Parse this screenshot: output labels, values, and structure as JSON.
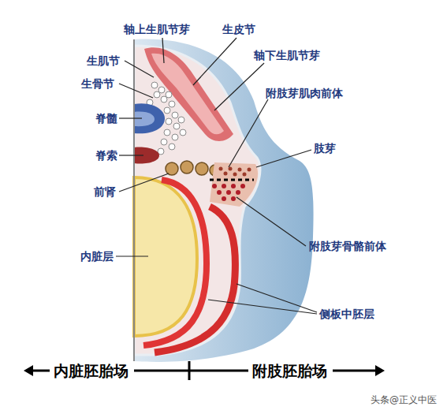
{
  "diagram": {
    "labels": [
      "轴上生肌节芽",
      "生皮节",
      "轴下生肌节芽",
      "生肌节",
      "生骨节",
      "脊髓",
      "附肢芽肌肉前体",
      "肢芽",
      "脊索",
      "前肾",
      "附肢芽骨骼前体",
      "内脏层",
      "侧板中胚层",
      "内脏胚胎场",
      "附肢胚胎场",
      "头条@正义中医"
    ]
  }
}
